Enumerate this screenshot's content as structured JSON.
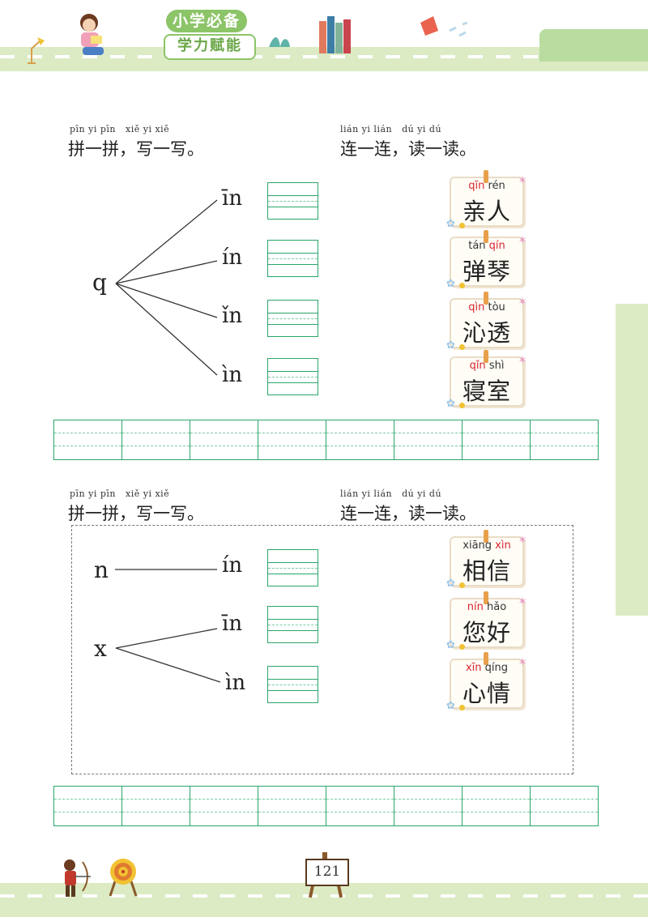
{
  "header": {
    "brand_line1": "小学必备",
    "brand_line2": "学力赋能"
  },
  "section1": {
    "left_pinyin": "pīn yi pīn   xiě yi xiě",
    "left_heading": "拼一拼，写一写。",
    "right_pinyin": "lián yi lián   dú yi dú",
    "right_heading": "连一连，读一读。",
    "initial": "q",
    "finals": [
      "īn",
      "ín",
      "ǐn",
      "ìn"
    ],
    "cards": [
      {
        "py1": "qīn",
        "py2": "rén",
        "red": 1,
        "word": "亲人"
      },
      {
        "py1": "tán",
        "py2": "qín",
        "red": 2,
        "word": "弹琴"
      },
      {
        "py1": "qìn",
        "py2": "tòu",
        "red": 1,
        "word": "沁透"
      },
      {
        "py1": "qǐn",
        "py2": "shì",
        "red": 1,
        "word": "寝室"
      }
    ]
  },
  "section2": {
    "left_pinyin": "pīn yi pīn   xiě yi xiě",
    "left_heading": "拼一拼，写一写。",
    "right_pinyin": "lián yi lián   dú yi dú",
    "right_heading": "连一连，读一读。",
    "initial_n": "n",
    "initial_x": "x",
    "finals": [
      "ín",
      "īn",
      "ìn"
    ],
    "cards": [
      {
        "py1": "xiāng",
        "py2": "xìn",
        "red": 2,
        "word": "相信"
      },
      {
        "py1": "nín",
        "py2": "hǎo",
        "red": 1,
        "word": "您好"
      },
      {
        "py1": "xīn",
        "py2": "qíng",
        "red": 1,
        "word": "心情"
      }
    ]
  },
  "footer": {
    "page_number": "121"
  }
}
